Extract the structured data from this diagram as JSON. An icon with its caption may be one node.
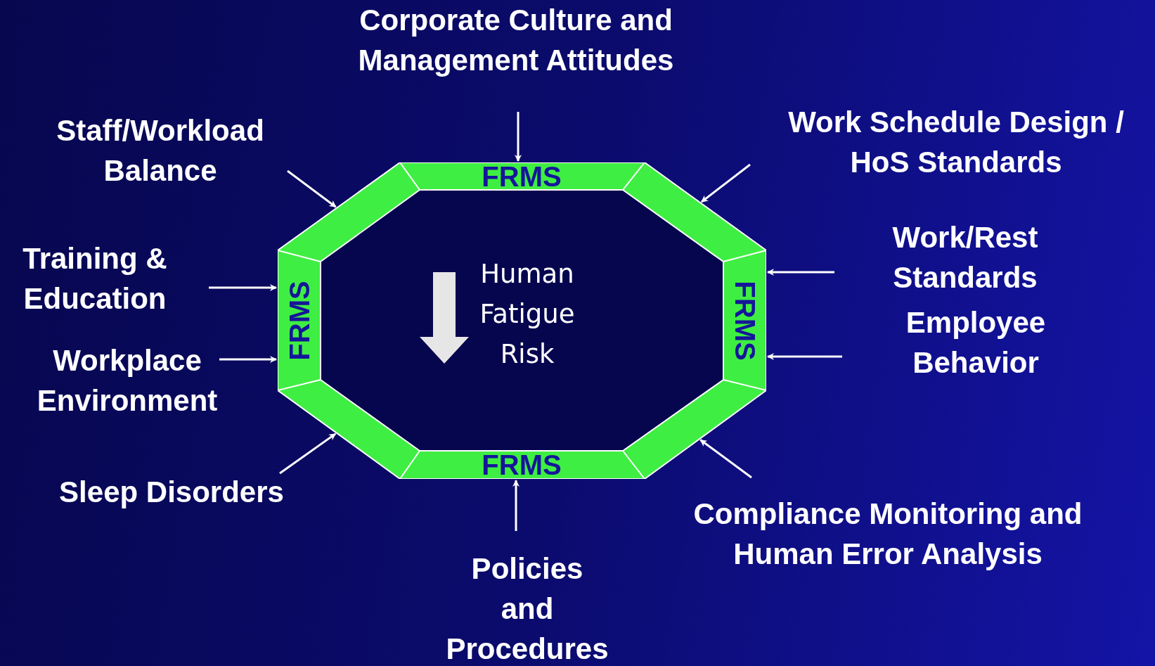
{
  "diagram": {
    "nodes": [
      {
        "text": [
          "FRMS",
          "FRMS",
          "Human Fatigue Risk",
          "FRMS",
          "FRMS"
        ]
      },
      {
        "text": [
          "Corporate Culture and Management Attitudes"
        ]
      },
      {
        "text": [
          "Staff/Workload Balance"
        ]
      },
      {
        "text": [
          "Work Schedule Design / HoS Standards"
        ]
      },
      {
        "text": [
          "Training & Education"
        ]
      },
      {
        "text": [
          "Workplace Environment"
        ]
      },
      {
        "text": [
          "Work/Rest Standards"
        ]
      },
      {
        "text": [
          "Employee Behavior"
        ]
      },
      {
        "text": [
          "Sleep Disorders"
        ]
      },
      {
        "text": [
          "Compliance Monitoring and Human Error Analysis"
        ]
      },
      {
        "text": [
          "Policies and Procedures"
        ]
      }
    ],
    "edges": [
      {
        "from": 1,
        "to": 0,
        "arrow": "to"
      },
      {
        "from": 2,
        "to": 0,
        "arrow": "to"
      },
      {
        "from": 3,
        "to": 0,
        "arrow": "to"
      },
      {
        "from": 4,
        "to": 0,
        "arrow": "to"
      },
      {
        "from": 5,
        "to": 0,
        "arrow": "to"
      },
      {
        "from": 6,
        "to": 0,
        "arrow": "to"
      },
      {
        "from": 7,
        "to": 0,
        "arrow": "to"
      },
      {
        "from": 8,
        "to": 0,
        "arrow": "to"
      },
      {
        "from": 9,
        "to": 0,
        "arrow": "to"
      },
      {
        "from": 10,
        "to": 0,
        "arrow": "to"
      }
    ]
  }
}
